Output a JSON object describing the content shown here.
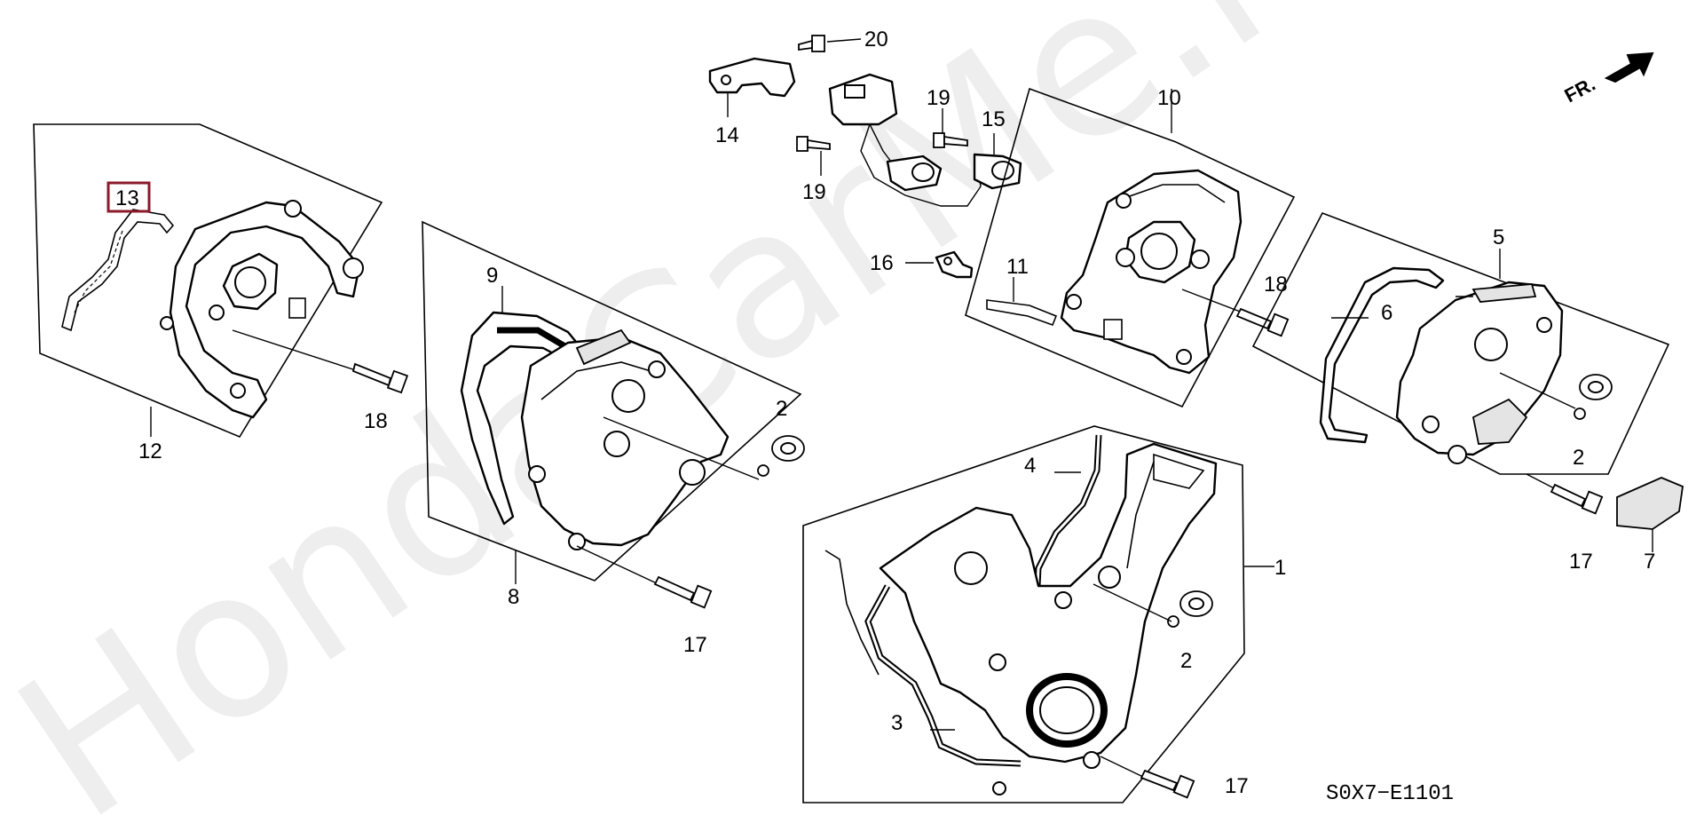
{
  "diagram": {
    "watermark": "HondaCarMe.ru",
    "diagram_code": "S0X7−E1101",
    "front_marker": "FR.",
    "highlighted_part": "13",
    "callouts": [
      {
        "id": "c1",
        "label": "1"
      },
      {
        "id": "c2a",
        "label": "2"
      },
      {
        "id": "c2b",
        "label": "2"
      },
      {
        "id": "c2c",
        "label": "2"
      },
      {
        "id": "c3",
        "label": "3"
      },
      {
        "id": "c4",
        "label": "4"
      },
      {
        "id": "c5",
        "label": "5"
      },
      {
        "id": "c6",
        "label": "6"
      },
      {
        "id": "c7",
        "label": "7"
      },
      {
        "id": "c8",
        "label": "8"
      },
      {
        "id": "c9",
        "label": "9"
      },
      {
        "id": "c10",
        "label": "10"
      },
      {
        "id": "c11",
        "label": "11"
      },
      {
        "id": "c12",
        "label": "12"
      },
      {
        "id": "c13",
        "label": "13"
      },
      {
        "id": "c14",
        "label": "14"
      },
      {
        "id": "c15",
        "label": "15"
      },
      {
        "id": "c16",
        "label": "16"
      },
      {
        "id": "c17a",
        "label": "17"
      },
      {
        "id": "c17b",
        "label": "17"
      },
      {
        "id": "c17c",
        "label": "17"
      },
      {
        "id": "c18a",
        "label": "18"
      },
      {
        "id": "c18b",
        "label": "18"
      },
      {
        "id": "c19a",
        "label": "19"
      },
      {
        "id": "c19b",
        "label": "19"
      },
      {
        "id": "c20",
        "label": "20"
      }
    ]
  }
}
